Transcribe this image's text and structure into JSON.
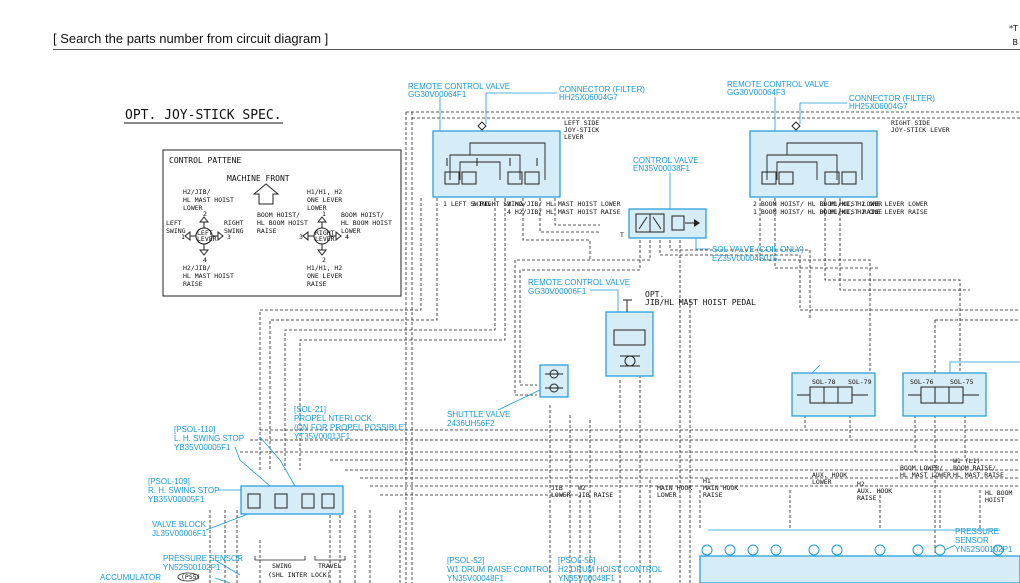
{
  "header": {
    "title": "[ Search the parts number from circuit diagram ]",
    "corner_top": "*T",
    "corner_bottom": "B"
  },
  "section_title": "OPT. JOY-STICK SPEC.",
  "pattern_box": {
    "title": "CONTROL PATTENE",
    "machine_front": "MACHINE FRONT",
    "left_top": [
      "H2/JIB/",
      "HL MAST HOIST",
      "LOWER"
    ],
    "left_bottom": [
      "H2/JIB/",
      "HL MAST HOIST",
      "RAISE"
    ],
    "left_swing": [
      "LEFT",
      "SWING"
    ],
    "right_swing": [
      "RIGHT",
      "SWING"
    ],
    "right_top": [
      "H1/H1, H2",
      "ONE LEVER",
      "LOWER"
    ],
    "right_bottom": [
      "H1/H1, H2",
      "ONE LEVER",
      "RAISE"
    ],
    "boom_left": [
      "BOOM HOIST/",
      "HL BOOM HOIST",
      "RAISE"
    ],
    "boom_right": [
      "BOOM HOIST/",
      "HL BOOM HOIST",
      "LOWER"
    ],
    "left_lever": [
      "LEFT",
      "LEVER"
    ],
    "right_lever": [
      "RIGHT",
      "LEVER"
    ],
    "n1": "1",
    "n2": "2",
    "n3": "3",
    "n4": "4"
  },
  "callouts": {
    "rcv_left": [
      "REMOTE CONTROL VALVE",
      "GG30V00064F1"
    ],
    "conn_left": [
      "CONNECTOR (FILTER)",
      "HH25X06004G7"
    ],
    "rcv_right": [
      "REMOTE CONTROL VALVE",
      "GG30V00064F3"
    ],
    "conn_right": [
      "CONNECTOR (FILTER)",
      "HH25X06004G7"
    ],
    "control_valve": [
      "CONTROL VALVE",
      "EN35V00038F1"
    ],
    "sol_valve": [
      "SOL VALVE (COIL ONLY)",
      "EZ35V00004S015"
    ],
    "rcv_pedal": [
      "REMOTE CONTROL VALVE",
      "GG30V00006F1"
    ],
    "shuttle": [
      "SHUTTLE VALVE",
      "2436UH56F2"
    ],
    "sol21": [
      "[SOL-21]",
      "PROPEL NTERLOCK",
      "(ON FOR PROPEL POSSIBLE)",
      "YT35V00013F1"
    ],
    "psol110": [
      "[PSOL-110]",
      "L. H. SWING STOP",
      "YB35V00005F1"
    ],
    "psol109": [
      "[PSOL-109]",
      "R. H. SWING STOP",
      "YB35V00005F1"
    ],
    "valve_block": [
      "VALVE BLOCK",
      "JL35V00006F1"
    ],
    "pressure_left": [
      "PRESSURE SENSOR",
      "YN52S00102P1"
    ],
    "accumulator": "ACCUMULATOR",
    "psol52": [
      "[PSOL-52]",
      "W1 DRUM RAISE CONTROL",
      "YN35V00048F1"
    ],
    "psol56": [
      "[PSOL-56]",
      "H2 DRUM HOIST CONTROL",
      "YN35V00048F1"
    ],
    "pressure_right": [
      "PRESSURE",
      "SENSOR",
      "YN52S00102P1"
    ]
  },
  "diagram_text": {
    "left_joystick": [
      "LEFT SIDE",
      "JOY-STICK",
      "LEVER"
    ],
    "right_joystick": [
      "RIGHT SIDE",
      "JOY-STICK LEVER"
    ],
    "pedal": [
      "OPT.",
      "JIB/HL MAST HOIST PEDAL"
    ],
    "jib_lower": [
      "JIB",
      "LOWER"
    ],
    "w2_jib_raise": [
      "W2",
      "JIB RAISE"
    ],
    "main_hook_lower": [
      "MAIN HOOK",
      "LOWER"
    ],
    "h1_main_hook_raise": [
      "H1",
      "MAIN HOOK",
      "RAISE"
    ],
    "aux_hook_lower": [
      "AUX. HOOK",
      "LOWER"
    ],
    "h2_aux_hook_raise": [
      "H2",
      "AUX. HOOK",
      "RAISE"
    ],
    "boom_lower": [
      "BOOM LOWER/",
      "HL MAST LOWER"
    ],
    "w1_boom_raise": [
      "W1 (L1)",
      "BOOM RAISE/",
      "HL MAST RAISE"
    ],
    "hl_boom_hoist": [
      "HL BOOM",
      "HOIST"
    ],
    "swing": "SWING",
    "travel": "TRAVEL",
    "shl_interlock": "(SHL INTER LOCK)",
    "ps5": "(PS5)",
    "sol78": "SOL-78",
    "sol79": "SOL-79",
    "sol76": "SOL-76",
    "sol75": "SOL-75",
    "port_labels_left": [
      "1 LEFT SWING",
      "3 RIGHT SWING",
      "2 H2/JIB/ HL MAST HOIST LOWER",
      "4 H2/JIB/ HL MAST HOIST RAISE"
    ],
    "port_labels_right": [
      "2 BOOM HOIST/ HL BOOM HOIST LOWER",
      "1 BOOM HOIST/ HL BOOM HOIST RAISE",
      "3 H1/H1, H2 ONE LEVER LOWER",
      "4 H1/H1, H2 ONE LEVER RAISE"
    ]
  },
  "colors": {
    "cyan": "#1a9ad6",
    "valve_fill": "#d6ecf7",
    "line": "#222222"
  }
}
